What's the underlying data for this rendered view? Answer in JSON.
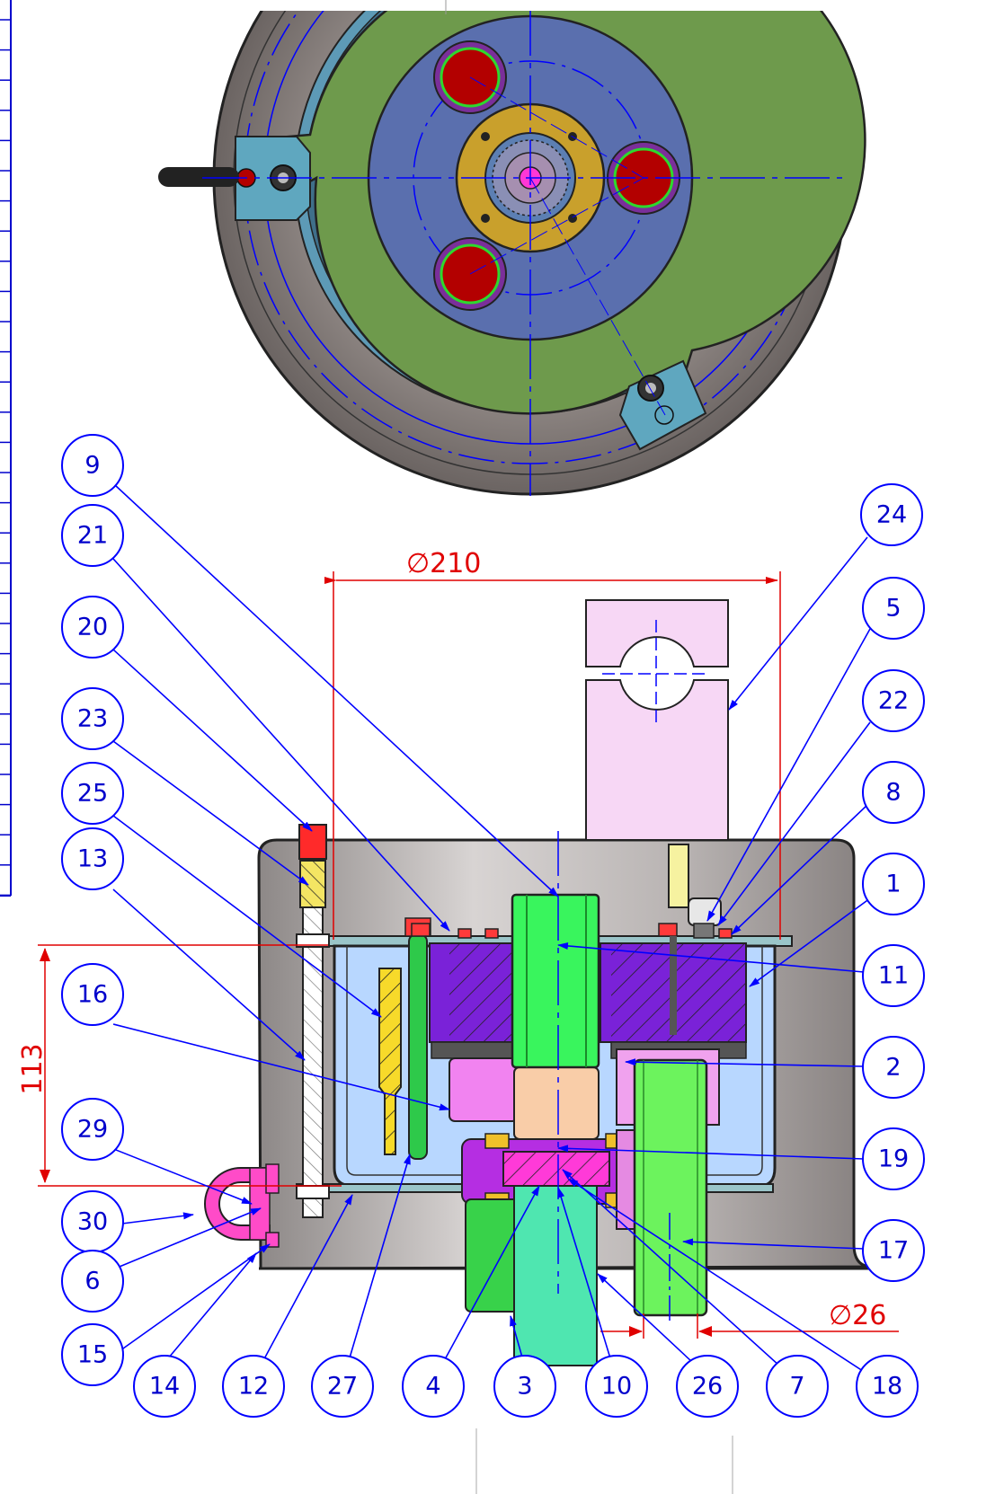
{
  "dimensions": {
    "diameter_210": "∅210",
    "height_113": "113",
    "diameter_26": "∅26"
  },
  "balloons": {
    "b9": "9",
    "b21": "21",
    "b20": "20",
    "b23": "23",
    "b25": "25",
    "b13": "13",
    "b16": "16",
    "b29": "29",
    "b30": "30",
    "b6": "6",
    "b15": "15",
    "b14": "14",
    "b12": "12",
    "b27": "27",
    "b4": "4",
    "b3": "3",
    "b10": "10",
    "b26": "26",
    "b7": "7",
    "b18": "18",
    "b24": "24",
    "b5": "5",
    "b22": "22",
    "b8": "8",
    "b1": "1",
    "b11": "11",
    "b2": "2",
    "b19": "19",
    "b17": "17"
  },
  "colors": {
    "leader": "#0000ff",
    "dimension": "#e00000",
    "housing": "#9a918c",
    "plate_green": "#6e9a4c",
    "disc_blue": "#5a6fae",
    "hub_gold": "#c9a02c",
    "pocket_red": "#b30000",
    "bracket_teal": "#5fa7bf",
    "shaft_green": "#39f55d",
    "block_purple": "#7a22d8",
    "clamp_pink": "#f7d7f5",
    "collar_magenta": "#ff3ad8",
    "bowl_blue": "#b8d7ff"
  }
}
